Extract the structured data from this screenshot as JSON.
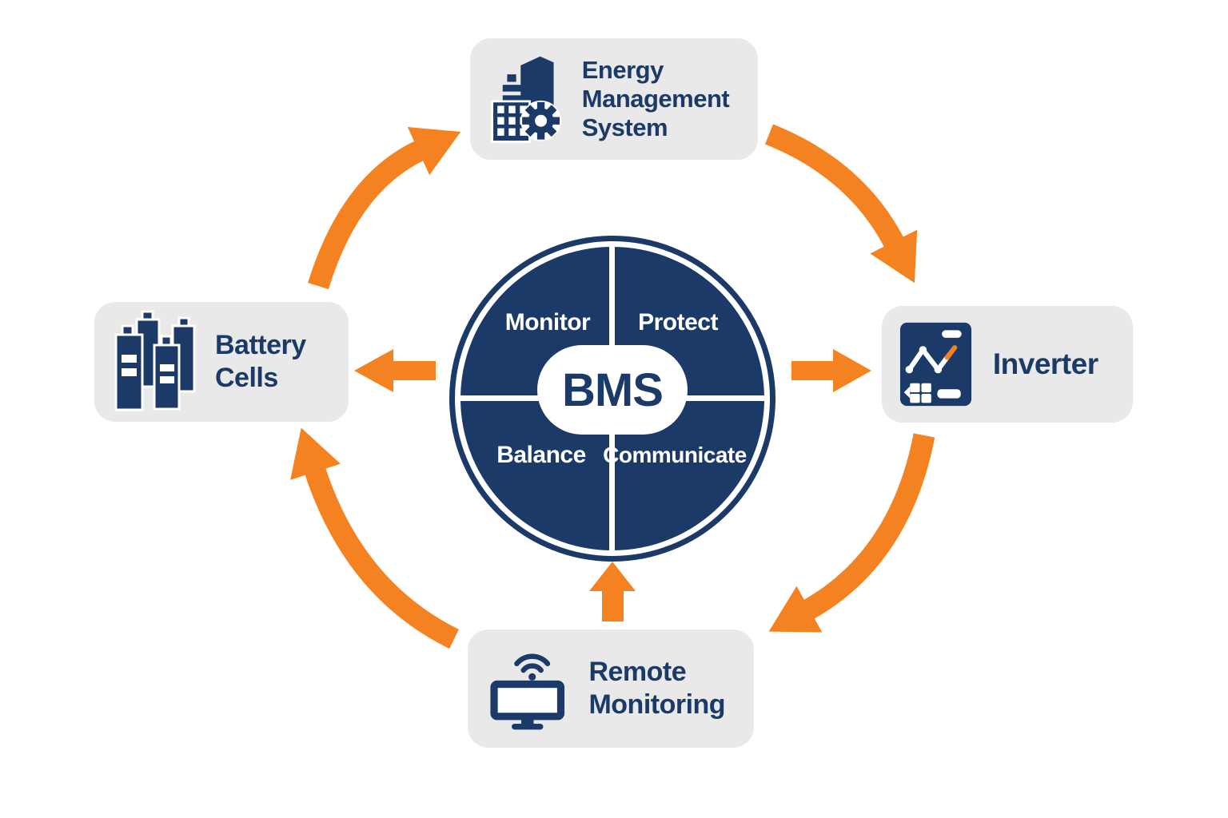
{
  "colors": {
    "navy": "#1c3a67",
    "orange": "#f58220",
    "box_background": "#e9e9ea",
    "white": "#ffffff"
  },
  "center": {
    "label": "BMS",
    "quadrants": {
      "top_left": "Monitor",
      "top_right": "Protect",
      "bottom_left": "Balance",
      "bottom_right": "Communicate"
    }
  },
  "nodes": {
    "top": {
      "label": "Energy Management System",
      "icon": "energy-management-icon"
    },
    "right": {
      "label": "Inverter",
      "icon": "inverter-icon"
    },
    "bottom": {
      "label": "Remote Monitoring",
      "icon": "remote-monitoring-icon"
    },
    "left": {
      "label": "Battery Cells",
      "icon": "battery-cells-icon"
    }
  },
  "arrows": {
    "cycle": [
      {
        "from": "battery-cells",
        "to": "energy-management-system"
      },
      {
        "from": "energy-management-system",
        "to": "inverter"
      },
      {
        "from": "inverter",
        "to": "remote-monitoring"
      },
      {
        "from": "remote-monitoring",
        "to": "battery-cells"
      }
    ],
    "radial": [
      {
        "from": "bms",
        "to": "battery-cells"
      },
      {
        "from": "bms",
        "to": "inverter"
      },
      {
        "from": "remote-monitoring",
        "to": "bms"
      }
    ]
  }
}
